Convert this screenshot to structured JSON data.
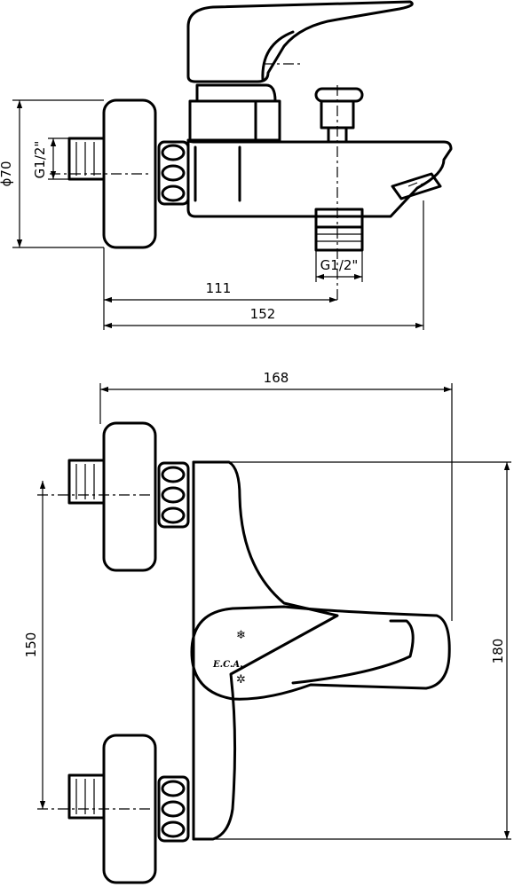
{
  "side_view": {
    "dia_label": "ϕ70",
    "thread_inlet": "G1/2\"",
    "thread_outlet": "G1/2\"",
    "dim_111": "111",
    "dim_152": "152"
  },
  "front_view": {
    "dim_168": "168",
    "dim_150": "150",
    "dim_180": "180",
    "brand": "E.C.A.",
    "cold_icon": "❄",
    "hot_icon": "✲"
  }
}
